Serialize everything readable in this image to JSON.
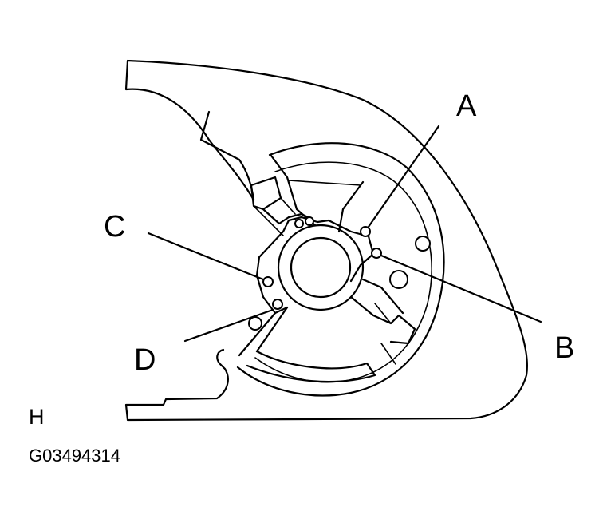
{
  "callouts": {
    "a": "A",
    "b": "B",
    "c": "C",
    "d": "D"
  },
  "view_label": "H",
  "figure_code": "G03494314"
}
